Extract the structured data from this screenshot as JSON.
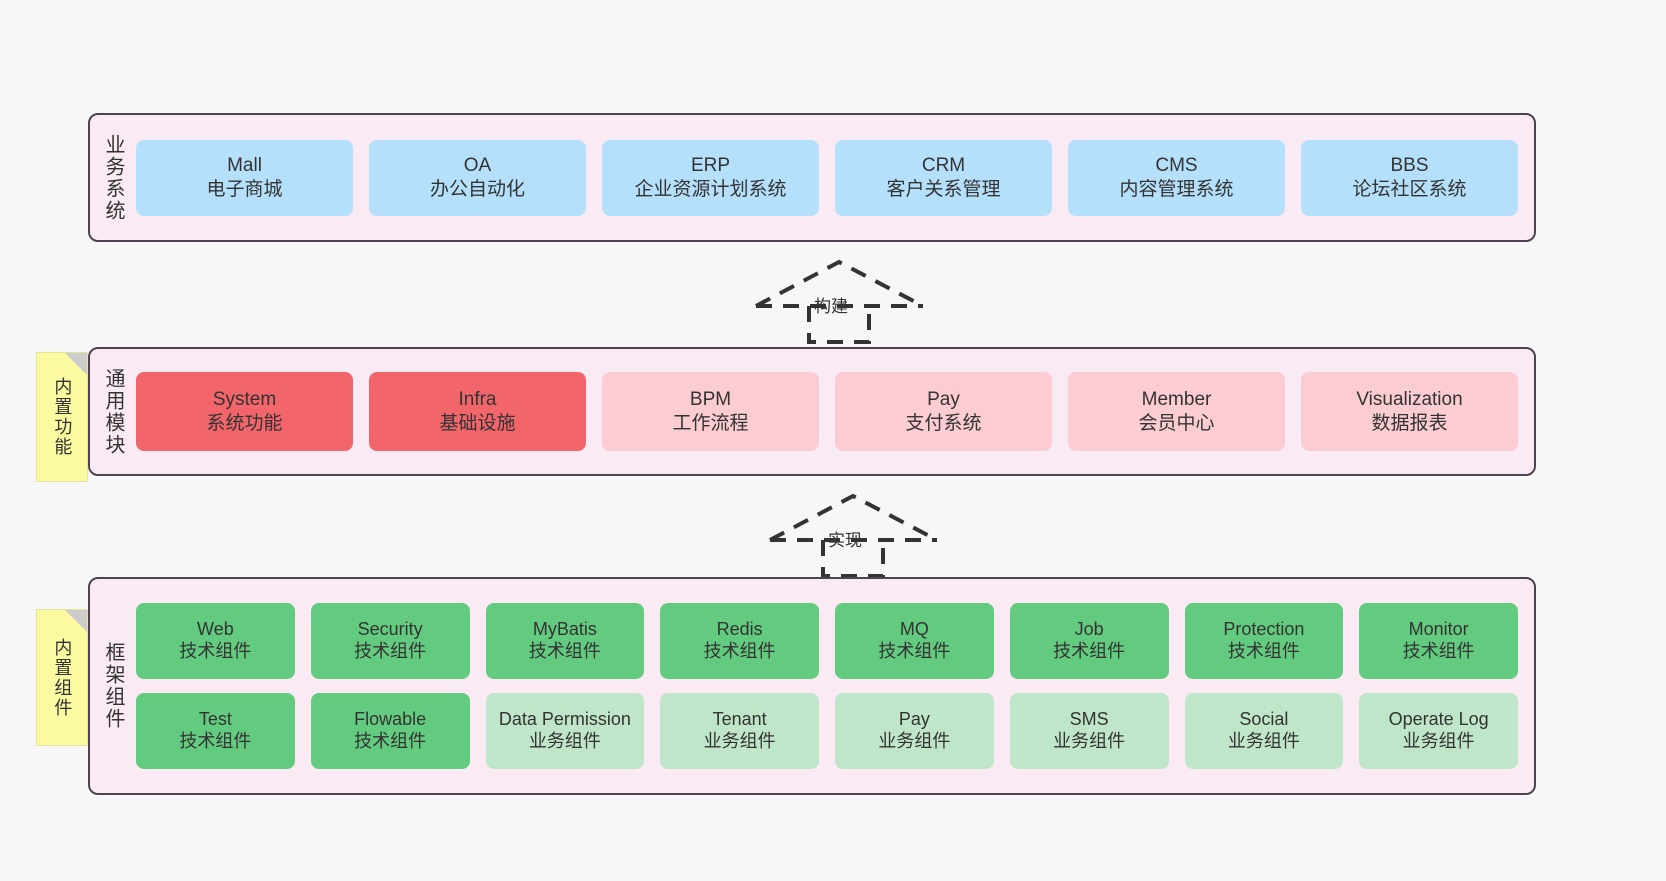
{
  "layers": [
    {
      "id": "business",
      "title": "业务系统",
      "rows": [
        {
          "cards": [
            {
              "en": "Mall",
              "cn": "电子商城",
              "color": "blue"
            },
            {
              "en": "OA",
              "cn": "办公自动化",
              "color": "blue"
            },
            {
              "en": "ERP",
              "cn": "企业资源计划系统",
              "color": "blue"
            },
            {
              "en": "CRM",
              "cn": "客户关系管理",
              "color": "blue"
            },
            {
              "en": "CMS",
              "cn": "内容管理系统",
              "color": "blue"
            },
            {
              "en": "BBS",
              "cn": "论坛社区系统",
              "color": "blue"
            }
          ]
        }
      ]
    },
    {
      "id": "modules",
      "title": "通用模块",
      "rows": [
        {
          "cards": [
            {
              "en": "System",
              "cn": "系统功能",
              "color": "red"
            },
            {
              "en": "Infra",
              "cn": "基础设施",
              "color": "red"
            },
            {
              "en": "BPM",
              "cn": "工作流程",
              "color": "pink"
            },
            {
              "en": "Pay",
              "cn": "支付系统",
              "color": "pink"
            },
            {
              "en": "Member",
              "cn": "会员中心",
              "color": "pink"
            },
            {
              "en": "Visualization",
              "cn": "数据报表",
              "color": "pink"
            }
          ]
        }
      ]
    },
    {
      "id": "framework",
      "title": "框架组件",
      "rows": [
        {
          "cards": [
            {
              "en": "Web",
              "cn": "技术组件",
              "color": "green"
            },
            {
              "en": "Security",
              "cn": "技术组件",
              "color": "green"
            },
            {
              "en": "MyBatis",
              "cn": "技术组件",
              "color": "green"
            },
            {
              "en": "Redis",
              "cn": "技术组件",
              "color": "green"
            },
            {
              "en": "MQ",
              "cn": "技术组件",
              "color": "green"
            },
            {
              "en": "Job",
              "cn": "技术组件",
              "color": "green"
            },
            {
              "en": "Protection",
              "cn": "技术组件",
              "color": "green"
            },
            {
              "en": "Monitor",
              "cn": "技术组件",
              "color": "green"
            }
          ]
        },
        {
          "cards": [
            {
              "en": "Test",
              "cn": "技术组件",
              "color": "green"
            },
            {
              "en": "Flowable",
              "cn": "技术组件",
              "color": "green"
            },
            {
              "en": "Data Permission",
              "cn": "业务组件",
              "color": "lightgreen"
            },
            {
              "en": "Tenant",
              "cn": "业务组件",
              "color": "lightgreen"
            },
            {
              "en": "Pay",
              "cn": "业务组件",
              "color": "lightgreen"
            },
            {
              "en": "SMS",
              "cn": "业务组件",
              "color": "lightgreen"
            },
            {
              "en": "Social",
              "cn": "业务组件",
              "color": "lightgreen"
            },
            {
              "en": "Operate Log",
              "cn": "业务组件",
              "color": "lightgreen"
            }
          ]
        }
      ]
    }
  ],
  "notes": [
    {
      "id": "builtin-func",
      "text": "内置功能"
    },
    {
      "id": "builtin-comp",
      "text": "内置组件"
    }
  ],
  "arrows": [
    {
      "id": "build",
      "label": "构建"
    },
    {
      "id": "impl",
      "label": "实现"
    }
  ],
  "colors": {
    "page_background": "#f7f7f7",
    "layer_background": "#f9eaf4",
    "layer_border": "#4d4352",
    "blue": "#b5e0fb",
    "red": "#f1656b",
    "pink": "#fbccd2",
    "green": "#63cb7f",
    "light_green": "#bfe6c8",
    "note_yellow": "#fbfaa0",
    "note_fold": "#cccccc",
    "arrow_stroke": "#333333",
    "text": "#333333"
  }
}
